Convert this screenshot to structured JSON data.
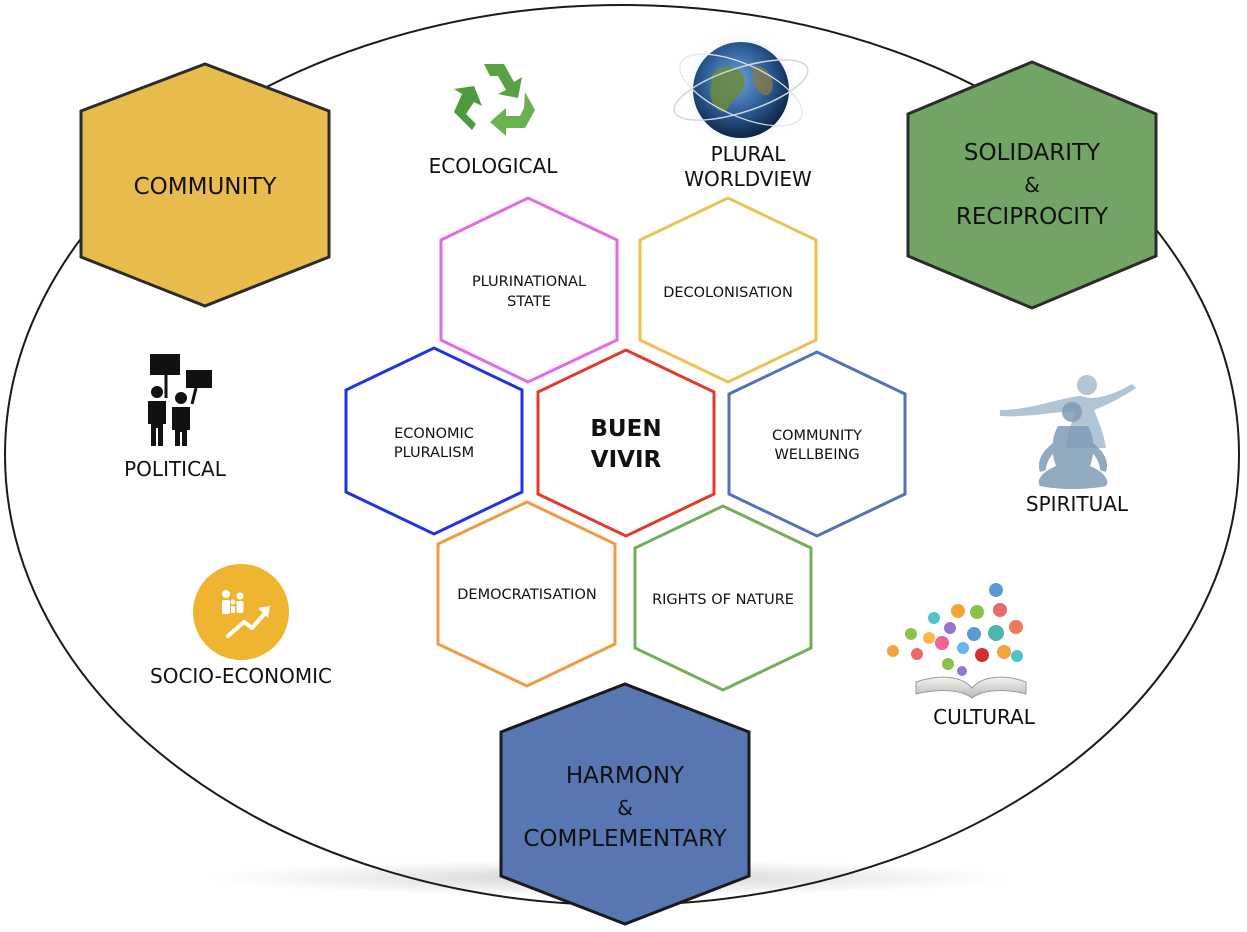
{
  "colors": {
    "community": "#E8BB4D",
    "solidarity": "#72A465",
    "harmony": "#5877B2",
    "plurinational": "#E36BE3",
    "decolonisation": "#EBC256",
    "economic_pluralism": "#2233E5",
    "buen_vivir": "#E23B2C",
    "community_wellbeing": "#5572B7",
    "democratisation": "#EE9C44",
    "rights_of_nature": "#73AE58"
  },
  "corner_hexes": {
    "community": "COMMUNITY",
    "solidarity": [
      "SOLIDARITY",
      "&",
      "RECIPROCITY"
    ],
    "harmony": [
      "HARMONY",
      "&",
      "COMPLEMENTARY"
    ]
  },
  "inner_hexes": {
    "plurinational": [
      "PLURINATIONAL",
      "STATE"
    ],
    "decolonisation": [
      "DECOLONISATION"
    ],
    "economic_pluralism": [
      "ECONOMIC",
      "PLURALISM"
    ],
    "buen_vivir": [
      "BUEN",
      "VIVIR"
    ],
    "community_wellbeing": [
      "COMMUNITY",
      "WELLBEING"
    ],
    "democratisation": [
      "DEMOCRATISATION"
    ],
    "rights_of_nature": [
      "RIGHTS OF NATURE"
    ]
  },
  "dimensions": {
    "ecological": "ECOLOGICAL",
    "plural_worldview": [
      "PLURAL",
      "WORLDVIEW"
    ],
    "political": "POLITICAL",
    "spiritual": "SPIRITUAL",
    "socio_economic": "SOCIO-ECONOMIC",
    "cultural": "CULTURAL"
  },
  "icons": {
    "ecological": "recycle-icon",
    "plural_worldview": "globe-icon",
    "political": "protesters-icon",
    "spiritual": "meditation-icon",
    "socio_economic": "family-growth-icon",
    "cultural": "open-book-icons-icon"
  }
}
